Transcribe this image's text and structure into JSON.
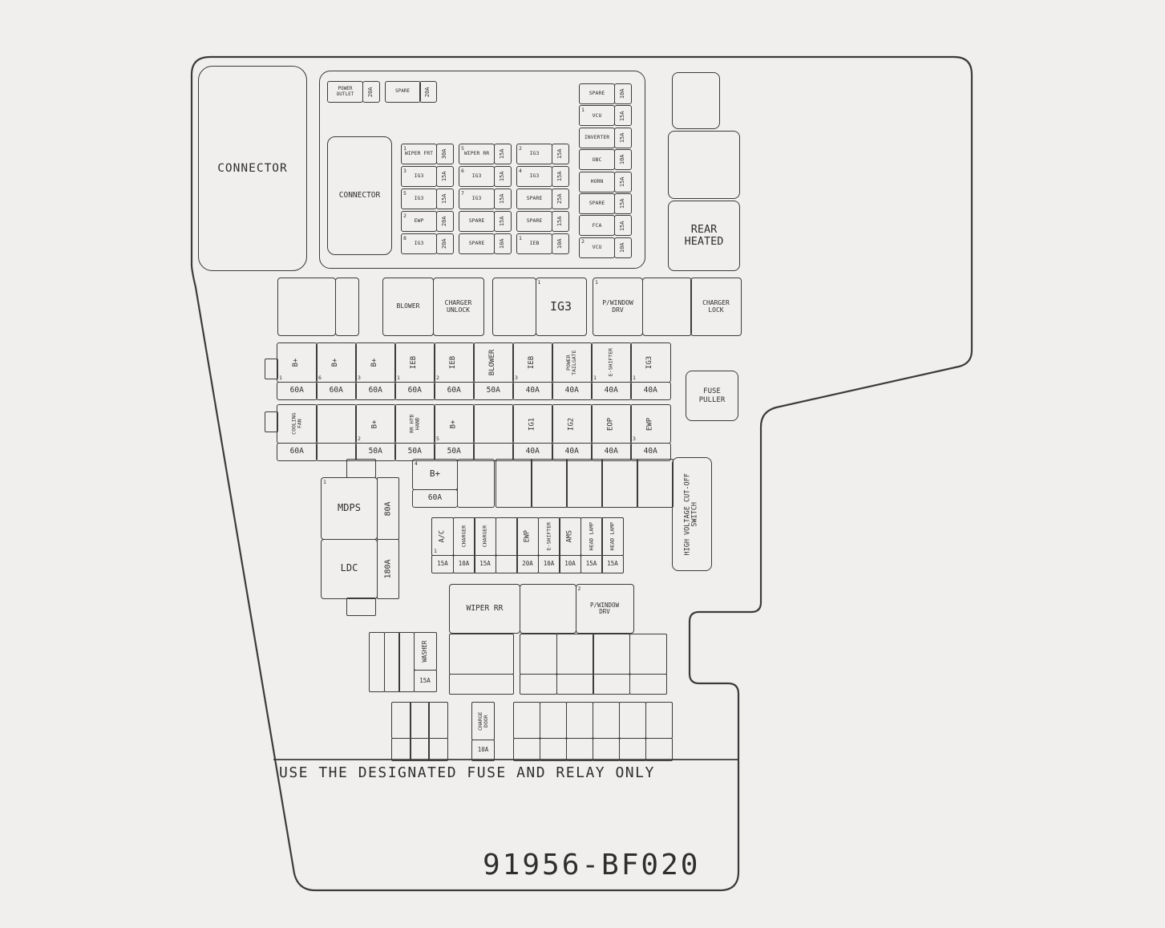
{
  "diagram": {
    "part_number": "91956-BF020",
    "notice": "USE THE DESIGNATED FUSE AND RELAY ONLY"
  },
  "colors": {
    "line": "#3b3b3b",
    "background": "#f0efee"
  },
  "connector_panel": {
    "label": "CONNECTOR"
  },
  "top_panel": {
    "power_row": [
      {
        "label": "POWER OUTLET",
        "amp": "20A"
      },
      {
        "label": "SPARE",
        "amp": "20A"
      }
    ],
    "connector": {
      "label": "CONNECTOR"
    },
    "fuse_grid_rows": [
      [
        {
          "sup": "1",
          "label": "WIPER FRT",
          "amp": "30A"
        },
        {
          "sup": "5",
          "label": "WIPER RR",
          "amp": "15A"
        },
        {
          "sup": "2",
          "label": "IG3",
          "amp": "15A"
        }
      ],
      [
        {
          "sup": "3",
          "label": "IG3",
          "amp": "15A"
        },
        {
          "sup": "6",
          "label": "IG3",
          "amp": "15A"
        },
        {
          "sup": "4",
          "label": "IG3",
          "amp": "15A"
        }
      ],
      [
        {
          "sup": "5",
          "label": "IG3",
          "amp": "15A"
        },
        {
          "sup": "7",
          "label": "IG3",
          "amp": "15A"
        },
        {
          "sup": "",
          "label": "SPARE",
          "amp": "25A"
        }
      ],
      [
        {
          "sup": "2",
          "label": "EWP",
          "amp": "20A"
        },
        {
          "sup": "",
          "label": "SPARE",
          "amp": "15A"
        },
        {
          "sup": "",
          "label": "SPARE",
          "amp": "15A"
        }
      ],
      [
        {
          "sup": "8",
          "label": "IG3",
          "amp": "20A"
        },
        {
          "sup": "",
          "label": "SPARE",
          "amp": "10A"
        },
        {
          "sup": "1",
          "label": "IEB",
          "amp": "10A"
        }
      ]
    ],
    "right_column": [
      {
        "sup": "",
        "label": "SPARE",
        "amp": "10A"
      },
      {
        "sup": "1",
        "label": "VCU",
        "amp": "15A"
      },
      {
        "sup": "",
        "label": "INVERTER",
        "amp": "15A"
      },
      {
        "sup": "",
        "label": "OBC",
        "amp": "10A"
      },
      {
        "sup": "",
        "label": "HORN",
        "amp": "15A"
      },
      {
        "sup": "",
        "label": "SPARE",
        "amp": "15A"
      },
      {
        "sup": "",
        "label": "FCA",
        "amp": "15A"
      },
      {
        "sup": "2",
        "label": "VCU",
        "amp": "10A"
      }
    ]
  },
  "rear_heated": {
    "label": "REAR HEATED"
  },
  "relay_row": [
    {
      "sup": "",
      "label": "BLOWER"
    },
    {
      "sup": "",
      "label": "CHARGER UNLOCK"
    },
    {
      "sup": "1",
      "label": "IG3"
    },
    {
      "sup": "1",
      "label": "P/WINDOW DRV"
    },
    {
      "sup": "",
      "label": "CHARGER LOCK"
    }
  ],
  "main_fuse_row_1": [
    {
      "sup": "1",
      "label": "B+",
      "amp": "60A"
    },
    {
      "sup": "6",
      "label": "B+",
      "amp": "60A"
    },
    {
      "sup": "3",
      "label": "B+",
      "amp": "60A"
    },
    {
      "sup": "1",
      "label": "IEB",
      "amp": "60A"
    },
    {
      "sup": "2",
      "label": "IEB",
      "amp": "60A"
    },
    {
      "sup": "",
      "label": "BLOWER",
      "amp": "50A"
    },
    {
      "sup": "3",
      "label": "IEB",
      "amp": "40A"
    },
    {
      "sup": "",
      "label": "POWER TAILGATE",
      "amp": "40A"
    },
    {
      "sup": "1",
      "label": "E-SHIFTER",
      "amp": "40A"
    },
    {
      "sup": "1",
      "label": "IG3",
      "amp": "40A"
    }
  ],
  "main_fuse_row_2": [
    {
      "sup": "",
      "label": "COOLING FAN",
      "amp": "60A"
    },
    {
      "sup": "",
      "label": "",
      "amp": ""
    },
    {
      "sup": "2",
      "label": "B+",
      "amp": "50A"
    },
    {
      "sup": "",
      "label": "RR HTD HAND",
      "amp": "50A"
    },
    {
      "sup": "5",
      "label": "B+",
      "amp": "50A"
    },
    {
      "sup": "",
      "label": "",
      "amp": ""
    },
    {
      "sup": "",
      "label": "IG1",
      "amp": "40A"
    },
    {
      "sup": "",
      "label": "IG2",
      "amp": "40A"
    },
    {
      "sup": "",
      "label": "EOP",
      "amp": "40A"
    },
    {
      "sup": "3",
      "label": "EWP",
      "amp": "40A"
    }
  ],
  "fuse_puller": {
    "label": "FUSE PULLER"
  },
  "mdps_block": {
    "mdps": {
      "sup": "1",
      "label": "MDPS",
      "amp": "80A"
    },
    "ldc": {
      "label": "LDC",
      "amp": "180A"
    }
  },
  "b_plus_block": {
    "sup": "4",
    "label": "B+",
    "amp": "60A"
  },
  "small_fuse_row": [
    {
      "sup": "1",
      "label": "A/C",
      "amp": "15A"
    },
    {
      "sup": "",
      "label": "CHARGER",
      "amp": "10A"
    },
    {
      "sup": "",
      "label": "CHARGER",
      "amp": "15A"
    },
    {
      "sup": "",
      "label": "",
      "amp": ""
    },
    {
      "sup": "",
      "label": "EWP",
      "amp": "20A"
    },
    {
      "sup": "",
      "label": "E-SHIFTER",
      "amp": "10A"
    },
    {
      "sup": "",
      "label": "AMS",
      "amp": "10A"
    },
    {
      "sup": "",
      "label": "HEAD LAMP",
      "amp": "15A"
    },
    {
      "sup": "",
      "label": "HEAD LAMP",
      "amp": "15A"
    }
  ],
  "hv_switch": {
    "label": "HIGH VOLTAGE CUT-OFF SWITCH"
  },
  "wiper_row": [
    {
      "sup": "",
      "label": "WIPER RR"
    },
    {
      "sup": "",
      "label": ""
    },
    {
      "sup": "2",
      "label": "P/WINDOW DRV"
    }
  ],
  "bottom_left_fuse": {
    "label": "WASHER",
    "amp": "15A"
  },
  "charge_door_fuse": {
    "label": "CHARGE DOOR",
    "amp": "10A"
  }
}
